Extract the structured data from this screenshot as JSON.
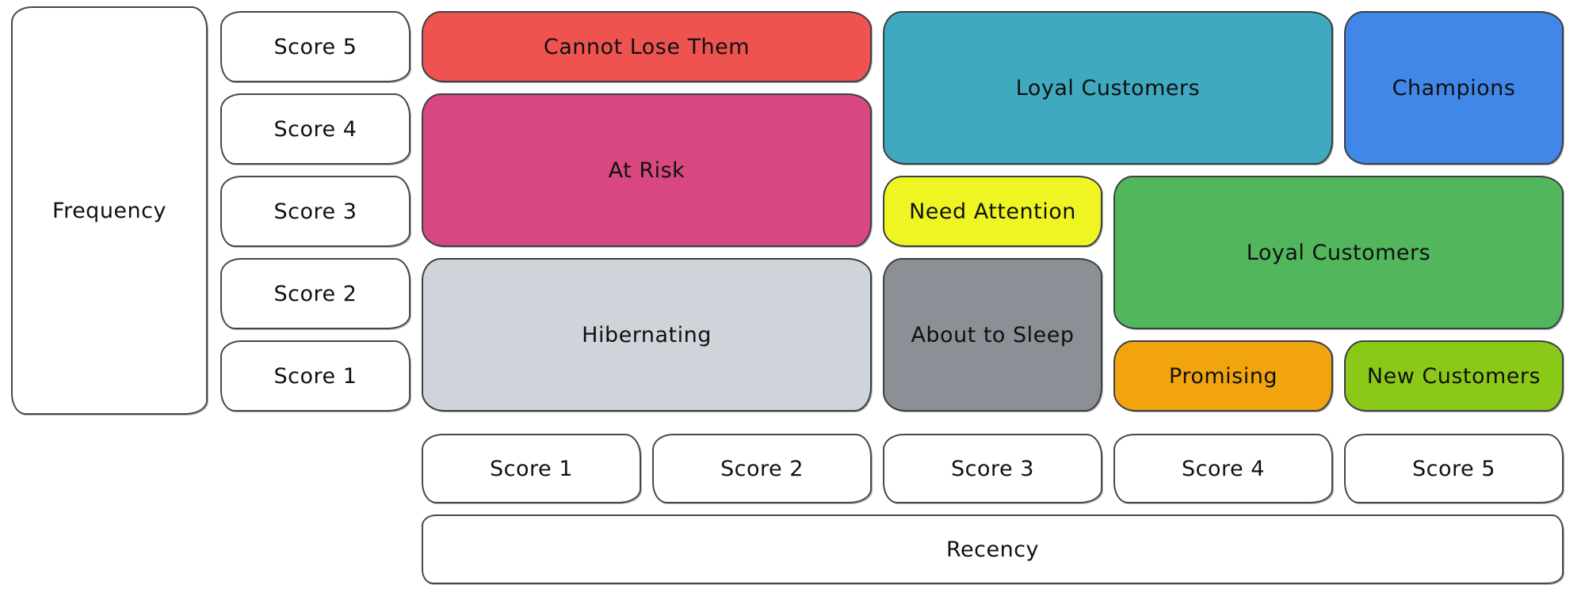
{
  "diagram": {
    "type": "rfm-segmentation-matrix",
    "frequency_axis": {
      "label": "Frequency",
      "scores": [
        "Score 5",
        "Score 4",
        "Score 3",
        "Score 2",
        "Score 1"
      ]
    },
    "recency_axis": {
      "label": "Recency",
      "scores": [
        "Score 1",
        "Score 2",
        "Score 3",
        "Score 4",
        "Score 5"
      ]
    },
    "segments": [
      {
        "id": "cannot-lose-them",
        "label": "Cannot Lose Them",
        "color": "#ef5350",
        "frequency_scores": "5",
        "recency_scores": "1-2"
      },
      {
        "id": "at-risk",
        "label": "At Risk",
        "color": "#d6487f",
        "frequency_scores": "3-4",
        "recency_scores": "1-2"
      },
      {
        "id": "hibernating",
        "label": "Hibernating",
        "color": "#ced4da",
        "frequency_scores": "1-2",
        "recency_scores": "1-2"
      },
      {
        "id": "loyal-customers-upper",
        "label": "Loyal Customers",
        "color": "#3fa9c0",
        "frequency_scores": "4-5",
        "recency_scores": "3-4"
      },
      {
        "id": "champions",
        "label": "Champions",
        "color": "#4087e8",
        "frequency_scores": "4-5",
        "recency_scores": "5"
      },
      {
        "id": "need-attention",
        "label": "Need Attention",
        "color": "#eef522",
        "frequency_scores": "3",
        "recency_scores": "3"
      },
      {
        "id": "loyal-customers-lower",
        "label": "Loyal Customers",
        "color": "#52b65c",
        "frequency_scores": "2-3",
        "recency_scores": "4-5"
      },
      {
        "id": "about-to-sleep",
        "label": "About to Sleep",
        "color": "#8b9096",
        "frequency_scores": "1-2",
        "recency_scores": "3"
      },
      {
        "id": "promising",
        "label": "Promising",
        "color": "#f1a40e",
        "frequency_scores": "1",
        "recency_scores": "4"
      },
      {
        "id": "new-customers",
        "label": "New Customers",
        "color": "#8bc918",
        "frequency_scores": "1",
        "recency_scores": "5"
      }
    ]
  }
}
